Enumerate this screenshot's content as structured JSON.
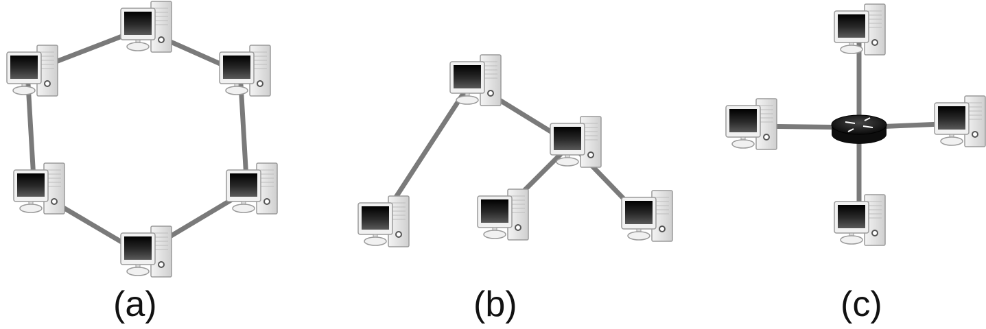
{
  "diagrams": [
    {
      "id": "ring",
      "caption": "(a)",
      "computers": 6,
      "hub": false,
      "icon": "computer-icon"
    },
    {
      "id": "tree",
      "caption": "(b)",
      "computers": 5,
      "hub": false,
      "icon": "computer-icon"
    },
    {
      "id": "star",
      "caption": "(c)",
      "computers": 4,
      "hub": true,
      "icon": "computer-icon",
      "hub_icon": "router-icon"
    }
  ],
  "colors": {
    "link": "#7a7a7a",
    "screen": "#111111",
    "case": "#e6e6e6",
    "outline": "#9a9a9a",
    "router": "#1a1a1a"
  }
}
